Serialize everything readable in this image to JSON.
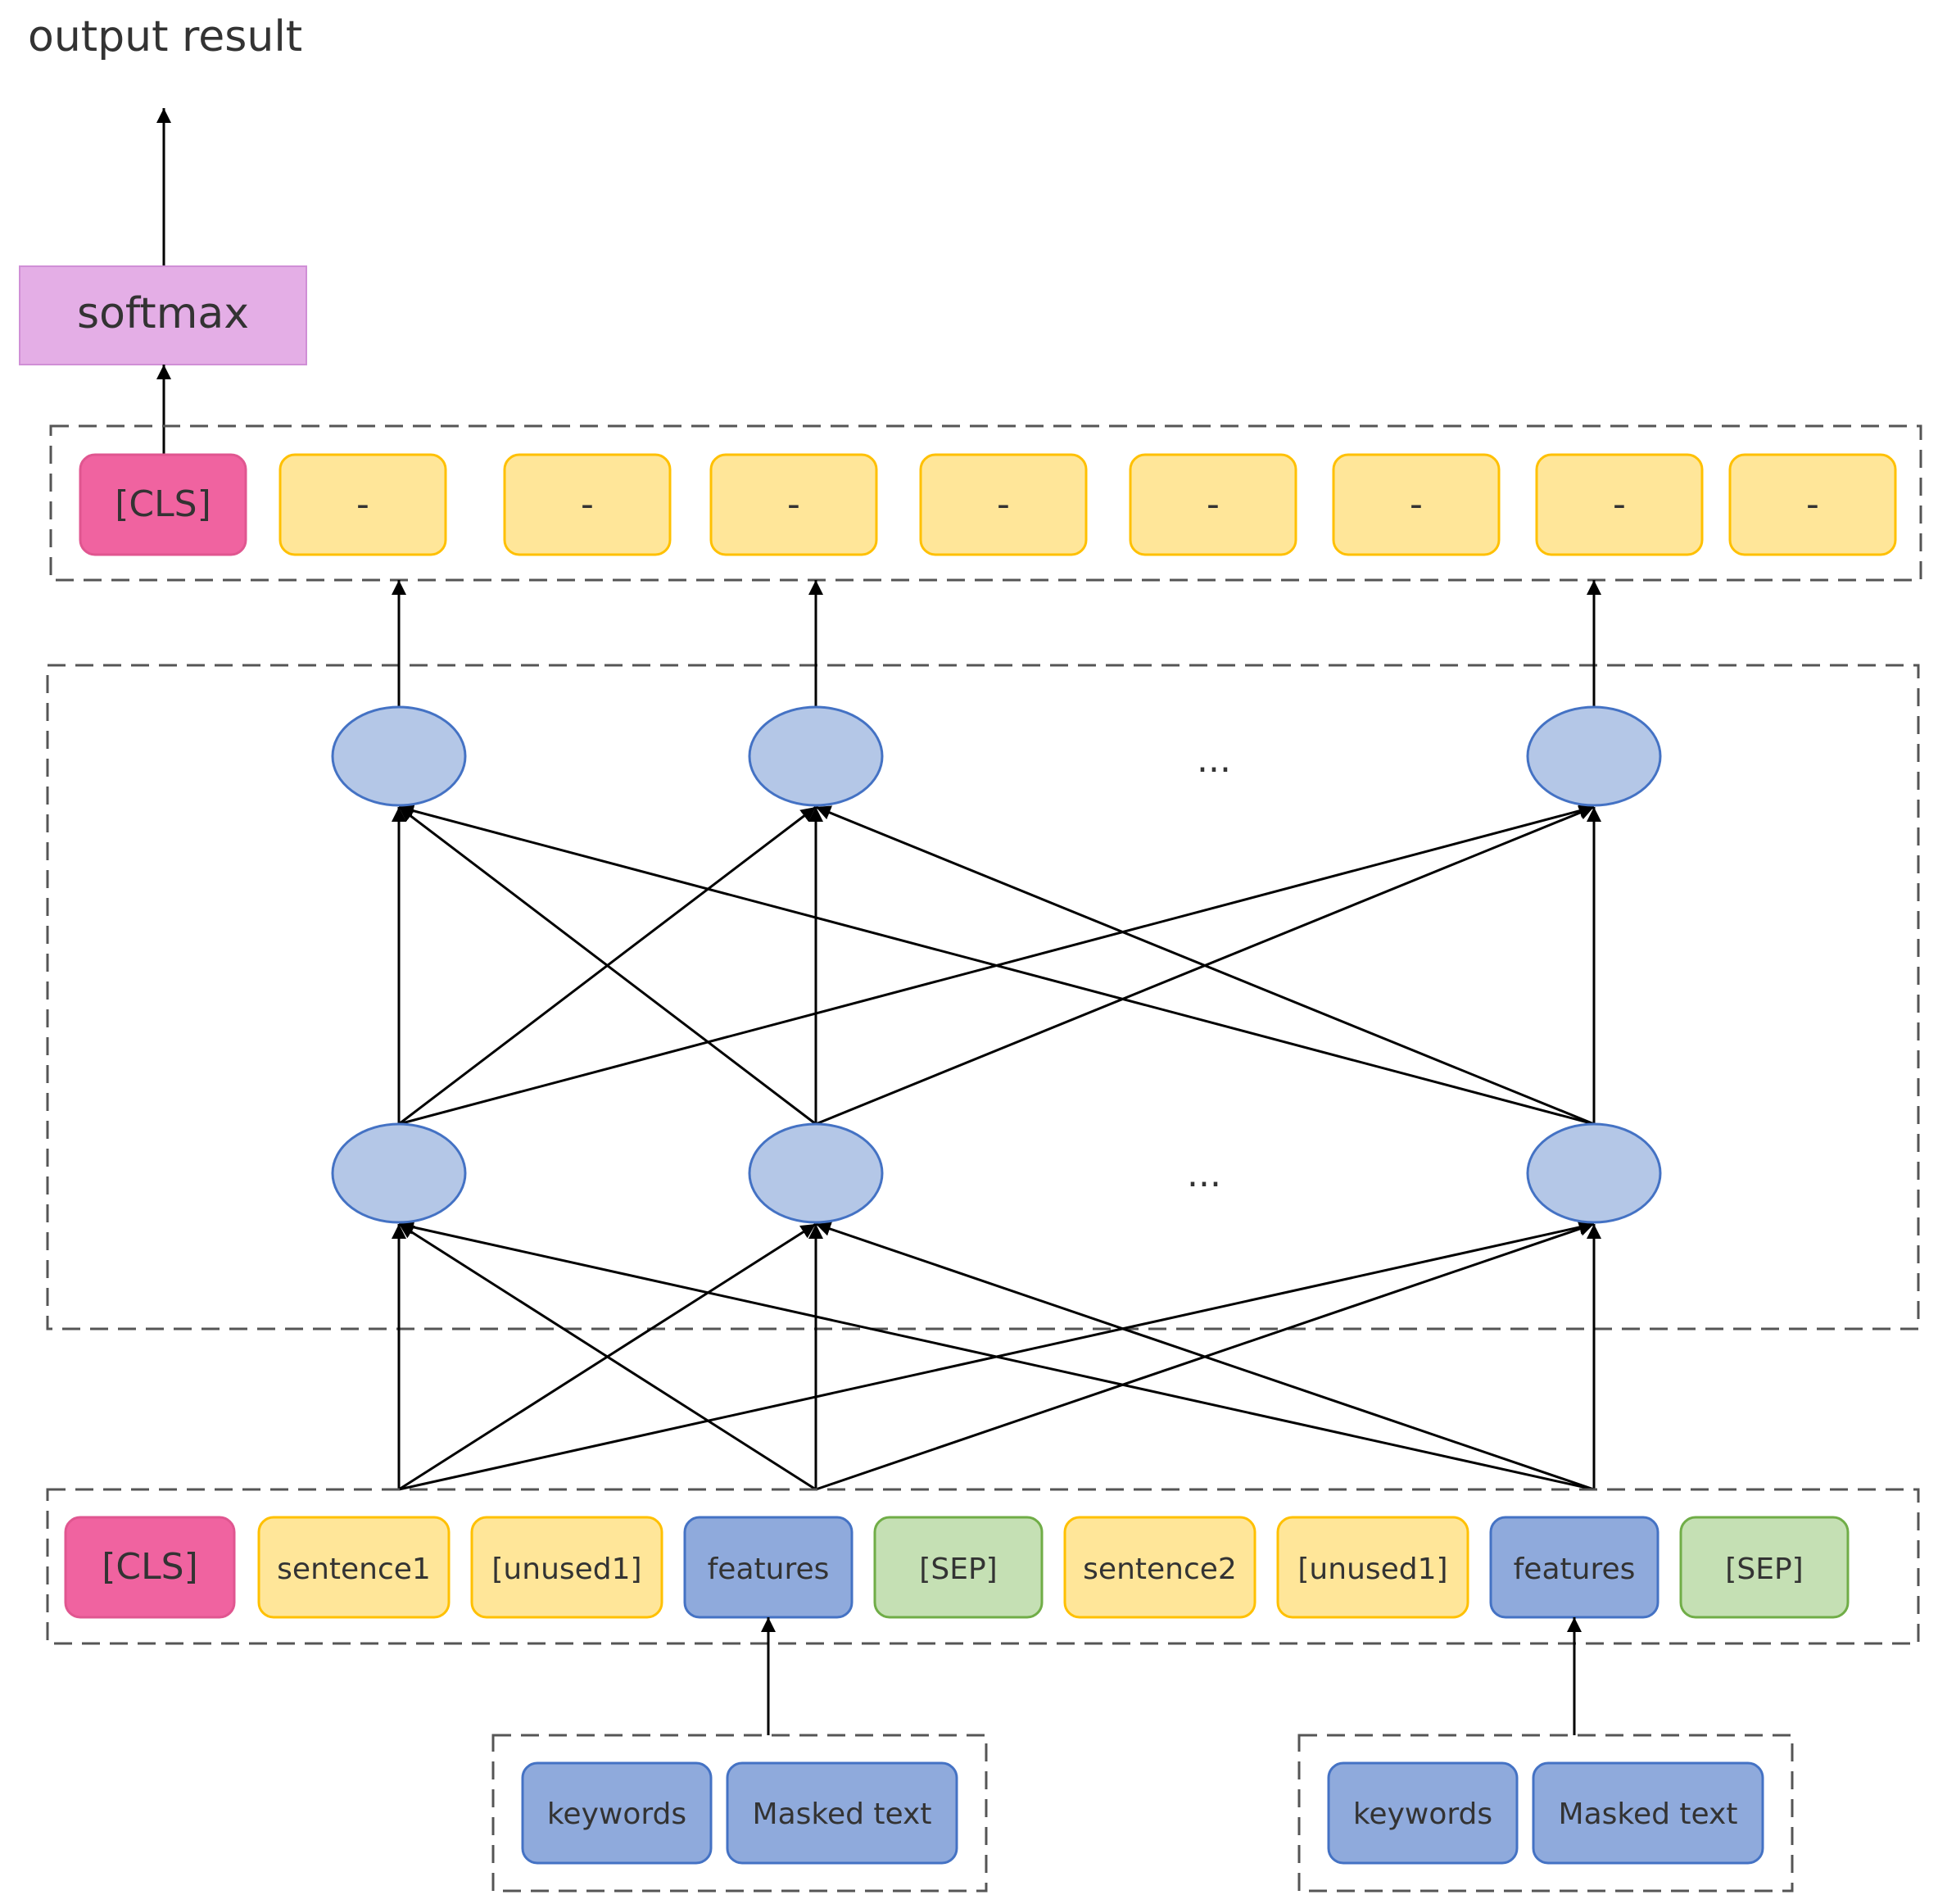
{
  "output": {
    "label": "output result"
  },
  "softmax": {
    "label": "softmax",
    "color": "#E4AEE6"
  },
  "top_row": {
    "tokens": [
      {
        "label": "[CLS]",
        "kind": "cls"
      },
      {
        "label": "-",
        "kind": "yellow"
      },
      {
        "label": "-",
        "kind": "yellow"
      },
      {
        "label": "-",
        "kind": "yellow"
      },
      {
        "label": "-",
        "kind": "yellow"
      },
      {
        "label": "-",
        "kind": "yellow"
      },
      {
        "label": "-",
        "kind": "yellow"
      },
      {
        "label": "-",
        "kind": "yellow"
      },
      {
        "label": "-",
        "kind": "yellow"
      }
    ]
  },
  "network": {
    "ellipsis_upper": "...",
    "ellipsis_lower": "..."
  },
  "input_row": {
    "tokens": [
      {
        "label": "[CLS]",
        "kind": "cls"
      },
      {
        "label": "sentence1",
        "kind": "yellow"
      },
      {
        "label": "[unused1]",
        "kind": "yellow"
      },
      {
        "label": "features",
        "kind": "blue"
      },
      {
        "label": "[SEP]",
        "kind": "green"
      },
      {
        "label": "sentence2",
        "kind": "yellow"
      },
      {
        "label": "[unused1]",
        "kind": "yellow"
      },
      {
        "label": "features",
        "kind": "blue"
      },
      {
        "label": "[SEP]",
        "kind": "green"
      }
    ]
  },
  "feature_groups": [
    {
      "items": [
        "keywords",
        "Masked text"
      ]
    },
    {
      "items": [
        "keywords",
        "Masked text"
      ]
    }
  ],
  "colors": {
    "cls": "#F063A0",
    "cls_border": "#E05690",
    "yellow": "#FFE699",
    "yellow_border": "#FFC000",
    "blue": "#8FAADC",
    "blue_border": "#4472C4",
    "green": "#C5E0B4",
    "green_border": "#70AD47",
    "node": "#B4C7E7",
    "node_border": "#4472C4"
  }
}
